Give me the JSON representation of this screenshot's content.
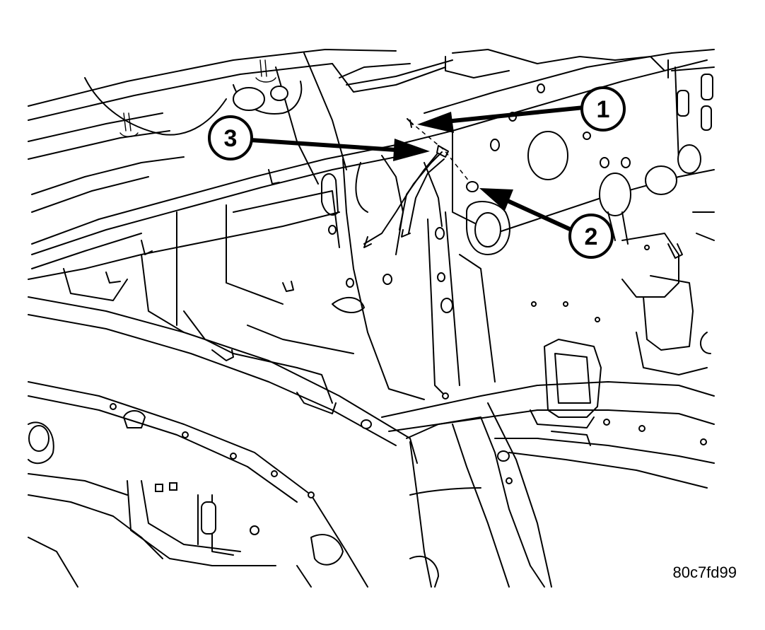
{
  "callouts": [
    {
      "id": "1",
      "label": "1"
    },
    {
      "id": "2",
      "label": "2"
    },
    {
      "id": "3",
      "label": "3"
    }
  ],
  "image_code": "80c7fd99",
  "colors": {
    "line": "#000000",
    "background": "#ffffff"
  }
}
